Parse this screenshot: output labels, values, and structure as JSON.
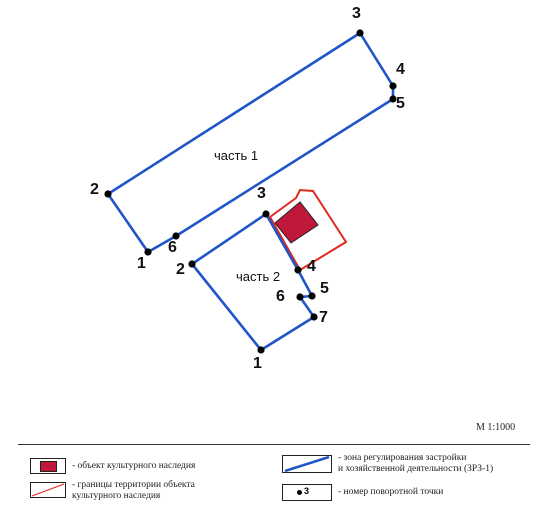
{
  "map": {
    "colors": {
      "zone": "#1f55c8",
      "territory": "#e0281f",
      "heritage_fill": "#c0183a",
      "point": "#000000"
    },
    "parts": [
      {
        "label": "часть 1",
        "points": [
          {
            "num": "1"
          },
          {
            "num": "2"
          },
          {
            "num": "3"
          },
          {
            "num": "4"
          },
          {
            "num": "5"
          },
          {
            "num": "6"
          }
        ]
      },
      {
        "label": "часть 2",
        "points": [
          {
            "num": "1"
          },
          {
            "num": "2"
          },
          {
            "num": "3"
          },
          {
            "num": "4"
          },
          {
            "num": "5"
          },
          {
            "num": "6"
          },
          {
            "num": "7"
          }
        ]
      }
    ]
  },
  "scale": "М 1:1000",
  "legend": {
    "heritage_object": "- объект культурного наследия",
    "territory_boundary_l1": "- границы территории объекта",
    "territory_boundary_l2": "культурного наследия",
    "zone_l1": "- зона регулирования застройки",
    "zone_l2": "и хозяйственной деятельности (ЗРЗ-1)",
    "turn_point": "- номер поворотной точки",
    "turn_point_sample": "3"
  }
}
